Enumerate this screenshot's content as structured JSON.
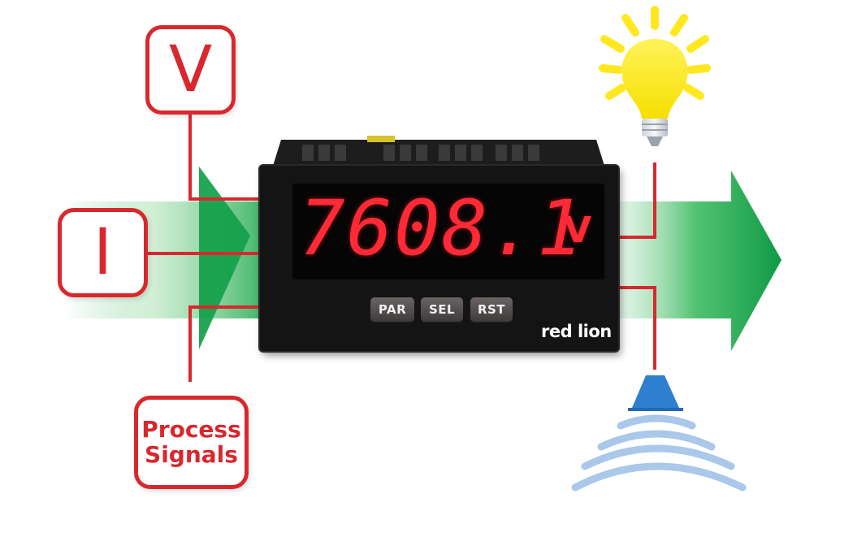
{
  "inputs": {
    "voltage_symbol": "V",
    "current_symbol": "I",
    "process_line1": "Process",
    "process_line2": "Signals"
  },
  "meter": {
    "reading": "7608.1",
    "unit": "V",
    "keys": {
      "par": "PAR",
      "sel": "SEL",
      "rst": "RST"
    },
    "brand": "red lion"
  },
  "colors": {
    "accent_red": "#d8282e",
    "display_red": "#ff2a36",
    "arrow_green": "#13a04a",
    "bulb_yellow": "#ffe81f",
    "buzzer_blue": "#2f7fd0",
    "wave_blue": "#a9c8ea"
  },
  "icons": {
    "output_1": "light-bulb-icon",
    "output_2": "buzzer-icon"
  }
}
